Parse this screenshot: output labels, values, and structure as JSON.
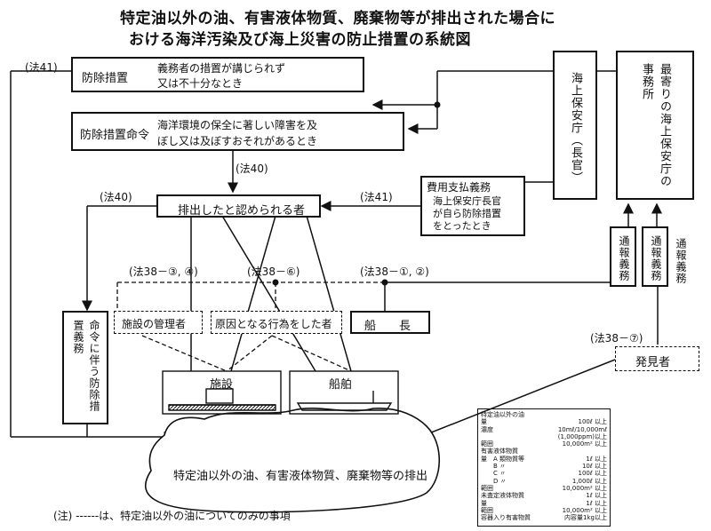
{
  "title": {
    "line1": "特定油以外の油、有害液体物質、廃棄物等が排出された場合に",
    "line2": "おける海洋汚染及び海上災害の防止措置の系統図"
  },
  "law_refs": {
    "law41_top": "(法41)",
    "law40_mid": "(法40)",
    "law40_left": "(法40)",
    "law41_right": "(法41)",
    "law38_34": "(法38－③, ④)",
    "law38_6": "(法38－⑥)",
    "law38_12": "(法38－①, ②)",
    "law38_7": "(法38－⑦)"
  },
  "boxes": {
    "measures_label": "防除措置",
    "measures_cond1": "義務者の措置が講じられず",
    "measures_cond2": "又は不十分なとき",
    "order_label": "防除措置命令",
    "order_cond1": "海洋環境の保全に著しい障害を及",
    "order_cond2": "ぼし又は及ぼすおそれがあるとき",
    "discharger": "排出したと認められる者",
    "cost_title": "費用支払義務",
    "cost_cond1": "海上保安庁長官",
    "cost_cond2": "が自ら防除措置",
    "cost_cond3": "をとったとき",
    "jcg": "海上保安庁（長官）",
    "nearest": "最寄りの海上保安庁の事務所",
    "report_duty_a": "通報義務",
    "report_duty_b": "通報義務",
    "report_duty_c": "通報義務",
    "facility_manager": "施設の管理者",
    "cause_person": "原因となる行為をした者",
    "captain": "船　　長",
    "discoverer": "発見者",
    "follow_duty": "命令に伴う防除措置義務",
    "facility": "施設",
    "ship": "船舶",
    "discharge": "特定油以外の油、有害液体物質、廃棄物等の排出"
  },
  "note": "(注)  ------は、特定油以外の油についてのみの事項",
  "legend": {
    "rows": [
      [
        "特定油以外の油",
        ""
      ],
      [
        "量",
        "100ℓ 以上"
      ],
      [
        "濃度",
        "10mℓ/10,000mℓ"
      ],
      [
        "",
        "(1,000ppm)以上"
      ],
      [
        "範囲",
        "10,000m² 以上"
      ],
      [
        "有害液体物質",
        ""
      ],
      [
        "量　A 類物質等",
        "1ℓ 以上"
      ],
      [
        "　　B 〃",
        "10ℓ 以上"
      ],
      [
        "　　C 〃",
        "100ℓ 以上"
      ],
      [
        "　　D 〃",
        "1,000ℓ 以上"
      ],
      [
        "範囲",
        "10,000m² 以上"
      ],
      [
        "未査定液体物質",
        "1ℓ 以上"
      ],
      [
        "量",
        "1ℓ 以上"
      ],
      [
        "範囲",
        "10,000m² 以上"
      ],
      [
        "容器入り有害物質",
        "内容量1kg以上"
      ]
    ]
  }
}
